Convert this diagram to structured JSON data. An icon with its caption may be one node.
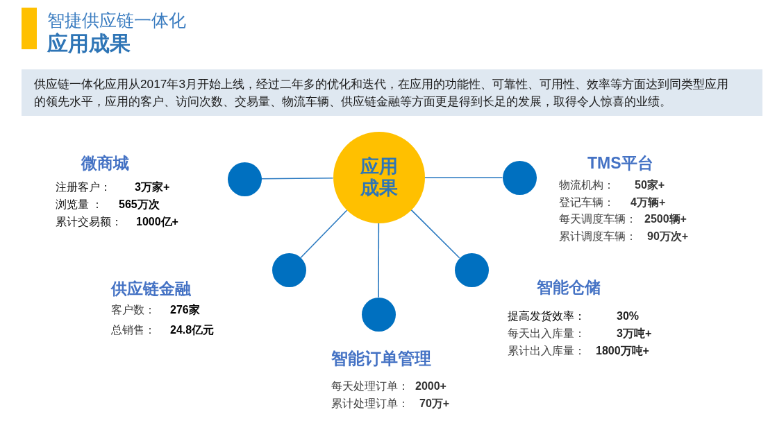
{
  "diagram": {
    "title": "应用成果",
    "nodes": [
      {
        "text": [
          "供应链一体化应用从2017年3月开始上线，经过二年多的优化和迭代，在应用的功能性、可靠性、可用性、效率等方面达到同类型应用的领先水平，应用的客户、访问次数、交易量、物流车辆、供应链金融等方面更是得到长足的发展，取得令人惊喜的业绩。"
        ]
      },
      {
        "text": [
          "应用成果"
        ]
      },
      {
        "text": [],
        "shape": "circle",
        "beside": [
          "微商城",
          "注册客户：**3万家+**",
          "浏览量 ：**565万次**",
          "累计交易额：**1000亿+**"
        ]
      },
      {
        "text": [],
        "shape": "circle",
        "beside": [
          "TMS平台",
          "物流机构：**50家+**",
          "登记车辆：**4万辆+**",
          "每天调度车辆：**2500辆+**",
          "累计调度车辆：**90万次+**"
        ]
      },
      {
        "text": [],
        "shape": "circle",
        "beside": [
          "供应链金融",
          "客户数：**276家**",
          "总销售：**24.8亿元**"
        ]
      },
      {
        "text": [],
        "shape": "circle",
        "beside": [
          "智能仓储",
          "提高发货效率：**30%**",
          "每天出入库量：**3万吨+**",
          "累计出入库量：**1800万吨+**"
        ]
      },
      {
        "text": [],
        "shape": "circle",
        "beside": [
          "智能订单管理",
          "每天处理订单：**2000+**",
          "累计处理订单：**70万+**"
        ]
      }
    ],
    "edges": [
      {
        "from": 1,
        "to": 2,
        "arrow": "none"
      },
      {
        "from": 1,
        "to": 3,
        "arrow": "none"
      },
      {
        "from": 1,
        "to": 4,
        "arrow": "none"
      },
      {
        "from": 1,
        "to": 5,
        "arrow": "none"
      },
      {
        "from": 1,
        "to": 6,
        "arrow": "none"
      }
    ],
    "labels": [
      "智捷供应链一体化"
    ]
  }
}
